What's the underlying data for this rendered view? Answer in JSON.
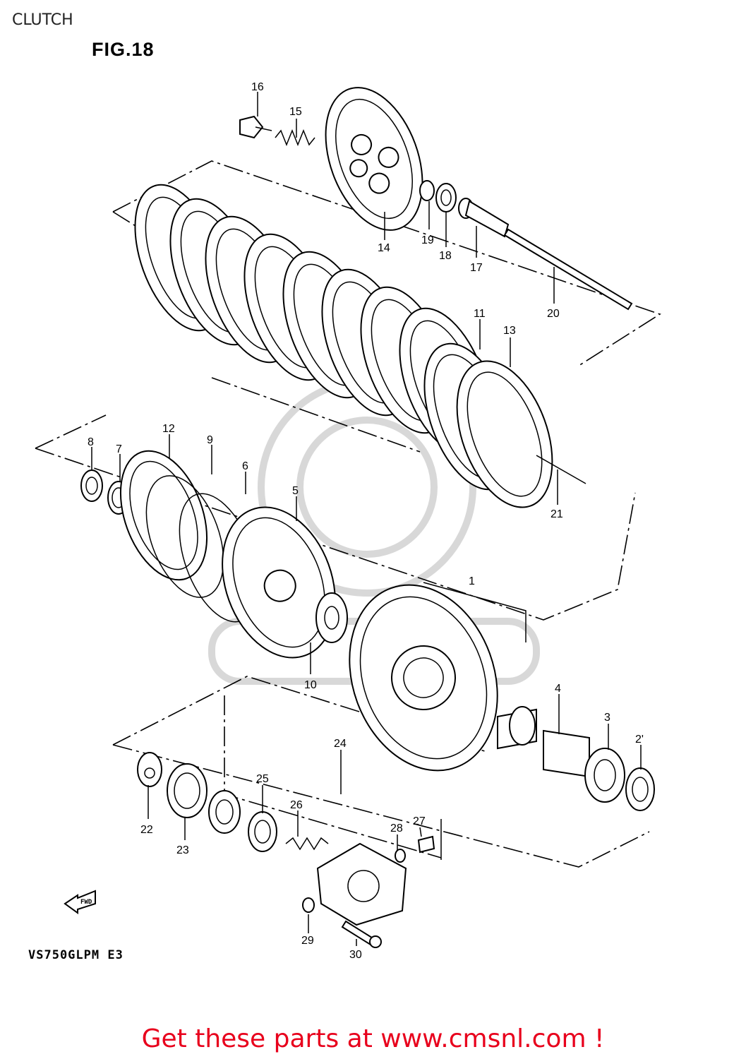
{
  "page": {
    "title": "CLUTCH",
    "figure_label": "FIG.18",
    "model_code": "VS750GLPM  E3",
    "fwd_marker": "FWD",
    "cta": "Get these parts at www.cmsnl.com !",
    "cta_color": "#e8001c"
  },
  "callouts": {
    "c1": "1",
    "c2": "2'",
    "c3": "3",
    "c4": "4",
    "c5": "5",
    "c6": "6",
    "c7": "7",
    "c8": "8",
    "c9": "9",
    "c10": "10",
    "c11": "11",
    "c12": "12",
    "c13": "13",
    "c14": "14",
    "c15": "15",
    "c16": "16",
    "c17": "17",
    "c18": "18",
    "c19": "19",
    "c20": "20",
    "c21": "21",
    "c22": "22",
    "c23": "23",
    "c24": "24",
    "c25": "25",
    "c26": "26",
    "c27": "27",
    "c28": "28",
    "c29": "29",
    "c30": "30"
  }
}
